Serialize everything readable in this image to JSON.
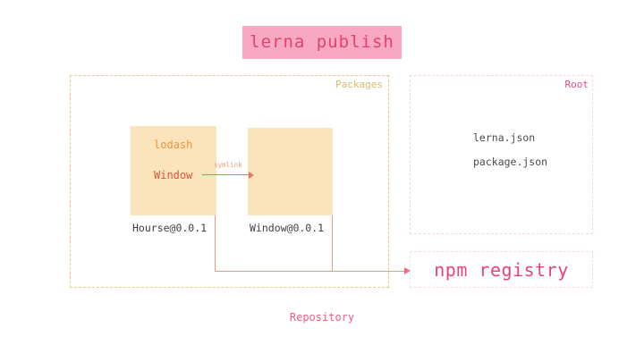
{
  "diagram": {
    "title": "lerna publish",
    "caption": "Repository",
    "colors": {
      "title_bg": "#f9a8c4",
      "title_fg": "#e0446c",
      "packages_border": "#e8c98a",
      "packages_label": "#dbb96a",
      "root_border": "#f9d4dd",
      "root_label": "#ef4c79",
      "registry_border": "#fbd9e3",
      "registry_text": "#e8447a",
      "package_box_fill": "#fbe3bc",
      "dep_lodash": "#e8973f",
      "dep_window": "#e0523a",
      "arrow": "#eb9a80",
      "arrow_head": "#ef6a8b",
      "file_text": "#4a4a4a"
    }
  },
  "packages": {
    "label": "Packages",
    "boxes": [
      {
        "version_label": "Hourse@0.0.1",
        "dependencies": [
          "lodash",
          "Window"
        ]
      },
      {
        "version_label": "Window@0.0.1",
        "dependencies": []
      }
    ],
    "symlink_label": "symlink"
  },
  "root": {
    "label": "Root",
    "files": [
      "lerna.json",
      "package.json"
    ]
  },
  "registry": {
    "label": "npm registry"
  }
}
